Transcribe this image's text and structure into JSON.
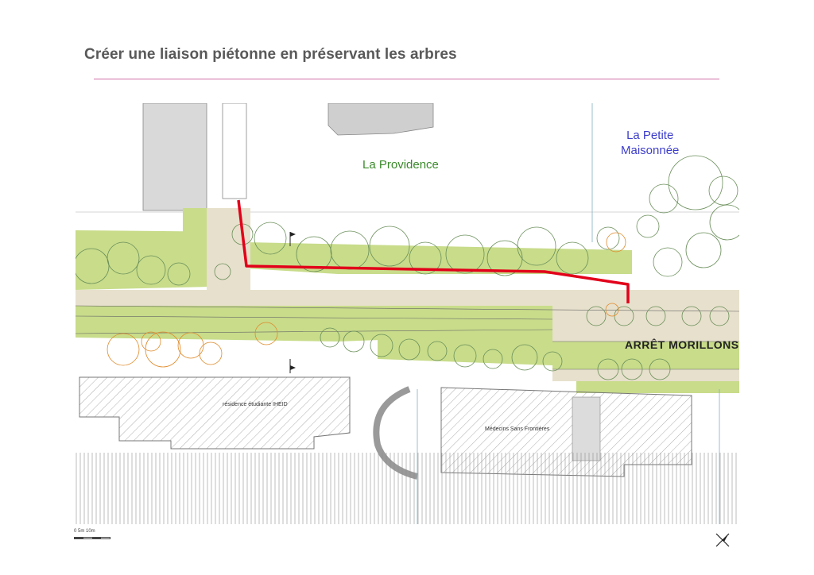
{
  "slide": {
    "title": "Créer une liaison piétonne en préservant les arbres"
  },
  "map": {
    "labels": {
      "providence": "La Providence",
      "petite_maisonnee_line1": "La Petite",
      "petite_maisonnee_line2": "Maisonnée",
      "bus_stop": "ARRÊT MORILLONS",
      "residence": "résidence étudiante IHEID",
      "msf": "Médecins Sans Frontières"
    },
    "scale_text": "0 5m 10m",
    "colors": {
      "green_area": "#c8dc8a",
      "paving": "#e7e0cc",
      "pedestrian_link": "#e2001a",
      "label_green": "#3a8a2a",
      "label_blue": "#3d3dcc"
    },
    "icons": [
      "north-arrow-icon",
      "flag-icon"
    ]
  }
}
